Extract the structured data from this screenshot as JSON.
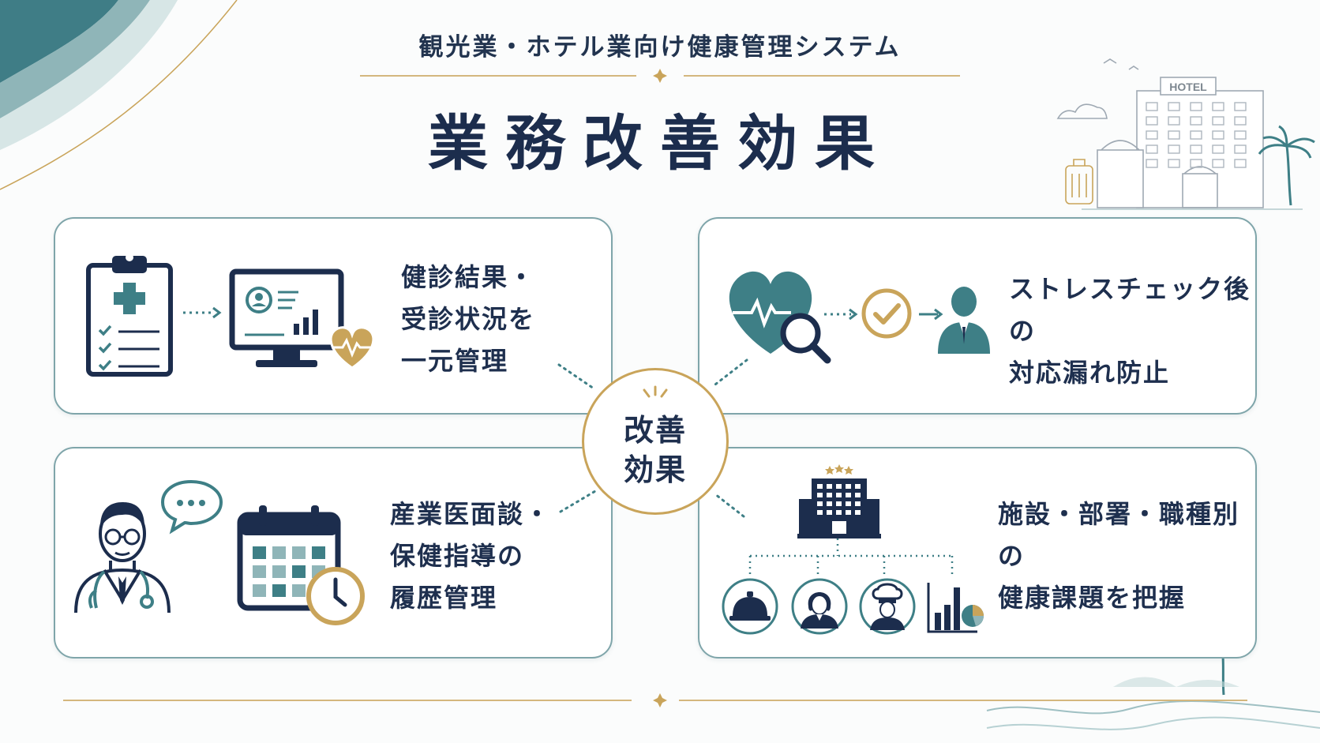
{
  "header": {
    "subtitle": "観光業・ホテル業向け健康管理システム",
    "title": "業務改善効果",
    "hotel_sign": "HOTEL"
  },
  "center": {
    "line1": "改善",
    "line2": "効果"
  },
  "cards": [
    {
      "id": "top-left",
      "lines": [
        "健診結果・",
        "受診状況を",
        "一元管理"
      ]
    },
    {
      "id": "top-right",
      "lines": [
        "ストレスチェック後の",
        "対応漏れ防止"
      ]
    },
    {
      "id": "bottom-left",
      "lines": [
        "産業医面談・",
        "保健指導の",
        "履歴管理"
      ]
    },
    {
      "id": "bottom-right",
      "lines": [
        "施設・部署・職種別の",
        "健康課題を把握"
      ]
    }
  ],
  "colors": {
    "navy": "#1c2d4d",
    "teal": "#3e7f86",
    "gold": "#c9a45a",
    "card_border": "#7fa5aa"
  },
  "icons": {
    "top_left": [
      "clipboard-medical-icon",
      "monitor-dashboard-icon",
      "heart-rate-icon"
    ],
    "top_right": [
      "heart-magnifier-icon",
      "check-circle-icon",
      "person-icon"
    ],
    "bottom_left": [
      "doctor-icon",
      "speech-bubble-icon",
      "calendar-icon",
      "clock-icon"
    ],
    "bottom_right": [
      "hotel-building-icon",
      "service-bell-icon",
      "staff-woman-icon",
      "chef-icon",
      "bar-pie-chart-icon"
    ]
  }
}
